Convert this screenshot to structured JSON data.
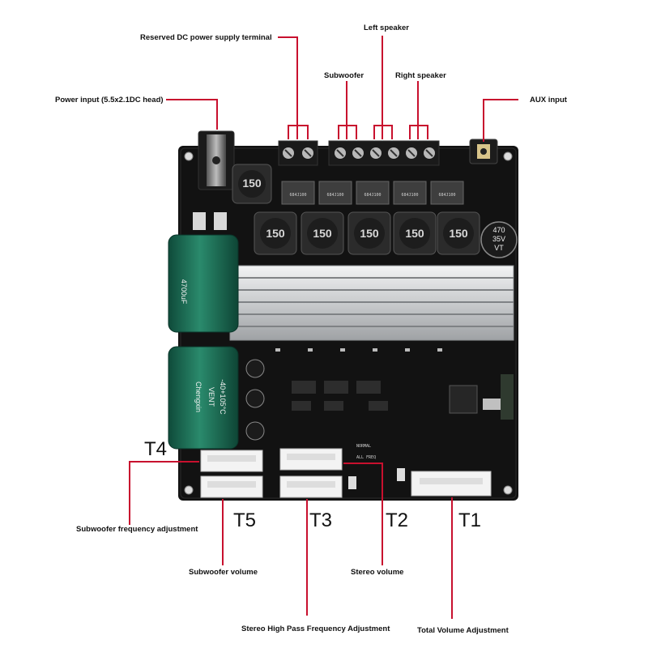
{
  "title": "",
  "callouts": {
    "reserved_dc": "Reserved DC power supply terminal",
    "left_speaker": "Left speaker",
    "subwoofer": "Subwoofer",
    "right_speaker": "Right speaker",
    "power_input": "Power input (5.5x2.1DC head)",
    "aux_input": "AUX input",
    "subwoofer_freq": "Subwoofer frequency adjustment",
    "subwoofer_volume": "Subwoofer volume",
    "stereo_volume": "Stereo volume",
    "stereo_hp_freq": "Stereo High Pass Frequency Adjustment",
    "total_volume": "Total Volume Adjustment"
  },
  "connector_tags": {
    "t1": "T1",
    "t2": "T2",
    "t3": "T3",
    "t4": "T4",
    "t5": "T5"
  },
  "board": {
    "inductor_marking": "150",
    "film_cap_marking": "684J100",
    "small_cap_top": "470",
    "small_cap_mid": "35V",
    "small_cap_bottom": "VT",
    "big_cap_1": "4700uF",
    "big_cap_2_brand": "Chengxin",
    "big_cap_2_line1": "VENT",
    "big_cap_2_line2": "-40+105°C",
    "silk_normal": "NORMAL",
    "silk_all_freq": "ALL FREQ"
  },
  "colors": {
    "pcb": "#121212",
    "leader": "#c8102e",
    "capacitor": "#1d6e55",
    "heatsink": "#d6d8da",
    "terminal": "#1a1a1a",
    "connector": "#f3f3f3"
  }
}
